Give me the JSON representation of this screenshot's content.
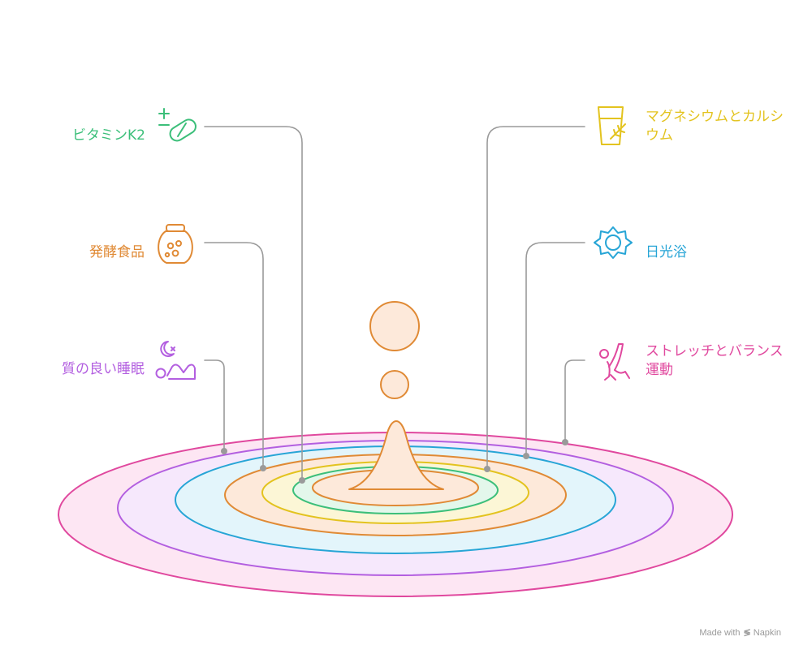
{
  "colors": {
    "vitamin": "#3cbf7a",
    "fermented": "#e08a35",
    "sleep": "#b35fe0",
    "mineral": "#e3c31f",
    "sun": "#27a5d6",
    "stretch": "#e0489e",
    "connector": "#9a9a9a",
    "drop_fill": "#fde9da",
    "drop_stroke": "#e08a35"
  },
  "left_items": [
    {
      "label": "ビタミンK2",
      "icon": "pill-plus-minus-icon"
    },
    {
      "label": "発酵食品",
      "icon": "jar-icon"
    },
    {
      "label": "質の良い睡眠",
      "icon": "moon-sleep-icon"
    }
  ],
  "right_items": [
    {
      "label": "マグネシウムとカルシウム",
      "icon": "glass-sprig-icon"
    },
    {
      "label": "日光浴",
      "icon": "sun-icon"
    },
    {
      "label": "ストレッチとバランス運動",
      "icon": "stretch-figure-icon"
    }
  ],
  "footer": {
    "made_with": "Made with",
    "brand": "Napkin"
  }
}
